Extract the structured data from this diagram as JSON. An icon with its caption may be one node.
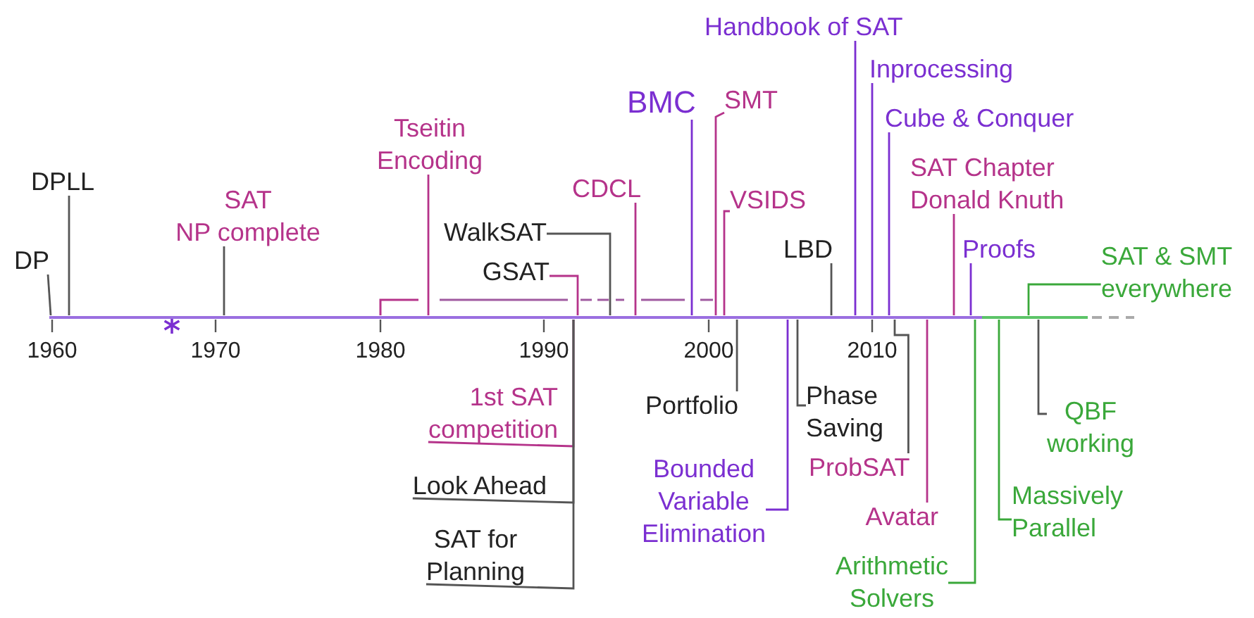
{
  "diagram": {
    "nodes": [
      {
        "text": [],
        "shape": "bar"
      },
      {
        "text": [
          "DP"
        ]
      },
      {
        "text": [
          "DPLL"
        ]
      },
      {
        "text": [
          "SAT NP complete"
        ]
      },
      {
        "text": [
          "Tseitin Encoding"
        ]
      },
      {
        "text": [
          "WalkSAT"
        ]
      },
      {
        "text": [
          "GSAT"
        ]
      },
      {
        "text": [
          "CDCL"
        ]
      },
      {
        "text": [
          "BMC"
        ]
      },
      {
        "text": [
          "SMT"
        ]
      },
      {
        "text": [
          "VSIDS"
        ]
      },
      {
        "text": [
          "Handbook of SAT"
        ]
      },
      {
        "text": [
          "Inprocessing"
        ]
      },
      {
        "text": [
          "Cube & Conquer"
        ]
      },
      {
        "text": [
          "LBD"
        ]
      },
      {
        "text": [
          "SAT Chapter Donald Knuth"
        ]
      },
      {
        "text": [
          "Proofs"
        ]
      },
      {
        "text": [
          "SAT & SMT everywhere"
        ]
      },
      {
        "text": [
          "1st SAT competition"
        ]
      },
      {
        "text": [
          "Look Ahead"
        ]
      },
      {
        "text": [
          "SAT for Planning"
        ]
      },
      {
        "text": [
          "Portfolio"
        ]
      },
      {
        "text": [
          "Bounded Variable Elimination"
        ]
      },
      {
        "text": [
          "Phase Saving"
        ]
      },
      {
        "text": [
          "ProbSAT"
        ]
      },
      {
        "text": [
          "Avatar"
        ]
      },
      {
        "text": [
          "Arithmetic Solvers"
        ]
      },
      {
        "text": [
          "Massively Parallel"
        ]
      },
      {
        "text": [
          "QBF working"
        ]
      }
    ],
    "edges": [
      {
        "from": 1,
        "to": 0,
        "arrow": "none"
      },
      {
        "from": 2,
        "to": 0,
        "arrow": "none"
      },
      {
        "from": 3,
        "to": 0,
        "arrow": "none"
      },
      {
        "from": 4,
        "to": 0,
        "arrow": "none",
        "color": "#b5338a"
      },
      {
        "from": 5,
        "to": 0,
        "arrow": "none"
      },
      {
        "from": 6,
        "to": 0,
        "arrow": "none",
        "color": "#b5338a"
      },
      {
        "from": 7,
        "to": 0,
        "arrow": "none",
        "color": "#b5338a"
      },
      {
        "from": 8,
        "to": 0,
        "arrow": "none",
        "color": "#7b2fd1"
      },
      {
        "from": 9,
        "to": 0,
        "arrow": "none",
        "color": "#b5338a"
      },
      {
        "from": 10,
        "to": 0,
        "arrow": "none",
        "color": "#b5338a"
      },
      {
        "from": 11,
        "to": 0,
        "arrow": "none",
        "color": "#7b2fd1"
      },
      {
        "from": 12,
        "to": 0,
        "arrow": "none",
        "color": "#7b2fd1"
      },
      {
        "from": 13,
        "to": 0,
        "arrow": "none",
        "color": "#7b2fd1"
      },
      {
        "from": 14,
        "to": 0,
        "arrow": "none"
      },
      {
        "from": 15,
        "to": 0,
        "arrow": "none",
        "color": "#b5338a"
      },
      {
        "from": 16,
        "to": 0,
        "arrow": "none",
        "color": "#7b2fd1"
      },
      {
        "from": 17,
        "to": 0,
        "arrow": "none",
        "color": "#3aa83a"
      },
      {
        "from": 18,
        "to": 0,
        "arrow": "none",
        "color": "#b5338a"
      },
      {
        "from": 19,
        "to": 0,
        "arrow": "none"
      },
      {
        "from": 20,
        "to": 0,
        "arrow": "none"
      },
      {
        "from": 21,
        "to": 0,
        "arrow": "none"
      },
      {
        "from": 22,
        "to": 0,
        "arrow": "none",
        "color": "#7b2fd1"
      },
      {
        "from": 23,
        "to": 0,
        "arrow": "none"
      },
      {
        "from": 24,
        "to": 0,
        "arrow": "none"
      },
      {
        "from": 25,
        "to": 0,
        "arrow": "none",
        "color": "#b5338a"
      },
      {
        "from": 26,
        "to": 0,
        "arrow": "none",
        "color": "#3aa83a"
      },
      {
        "from": 27,
        "to": 0,
        "arrow": "none",
        "color": "#3aa83a"
      },
      {
        "from": 28,
        "to": 0,
        "arrow": "none"
      }
    ],
    "labels": [
      "1960",
      "1970",
      "1980",
      "1990",
      "2000",
      "2010"
    ]
  }
}
